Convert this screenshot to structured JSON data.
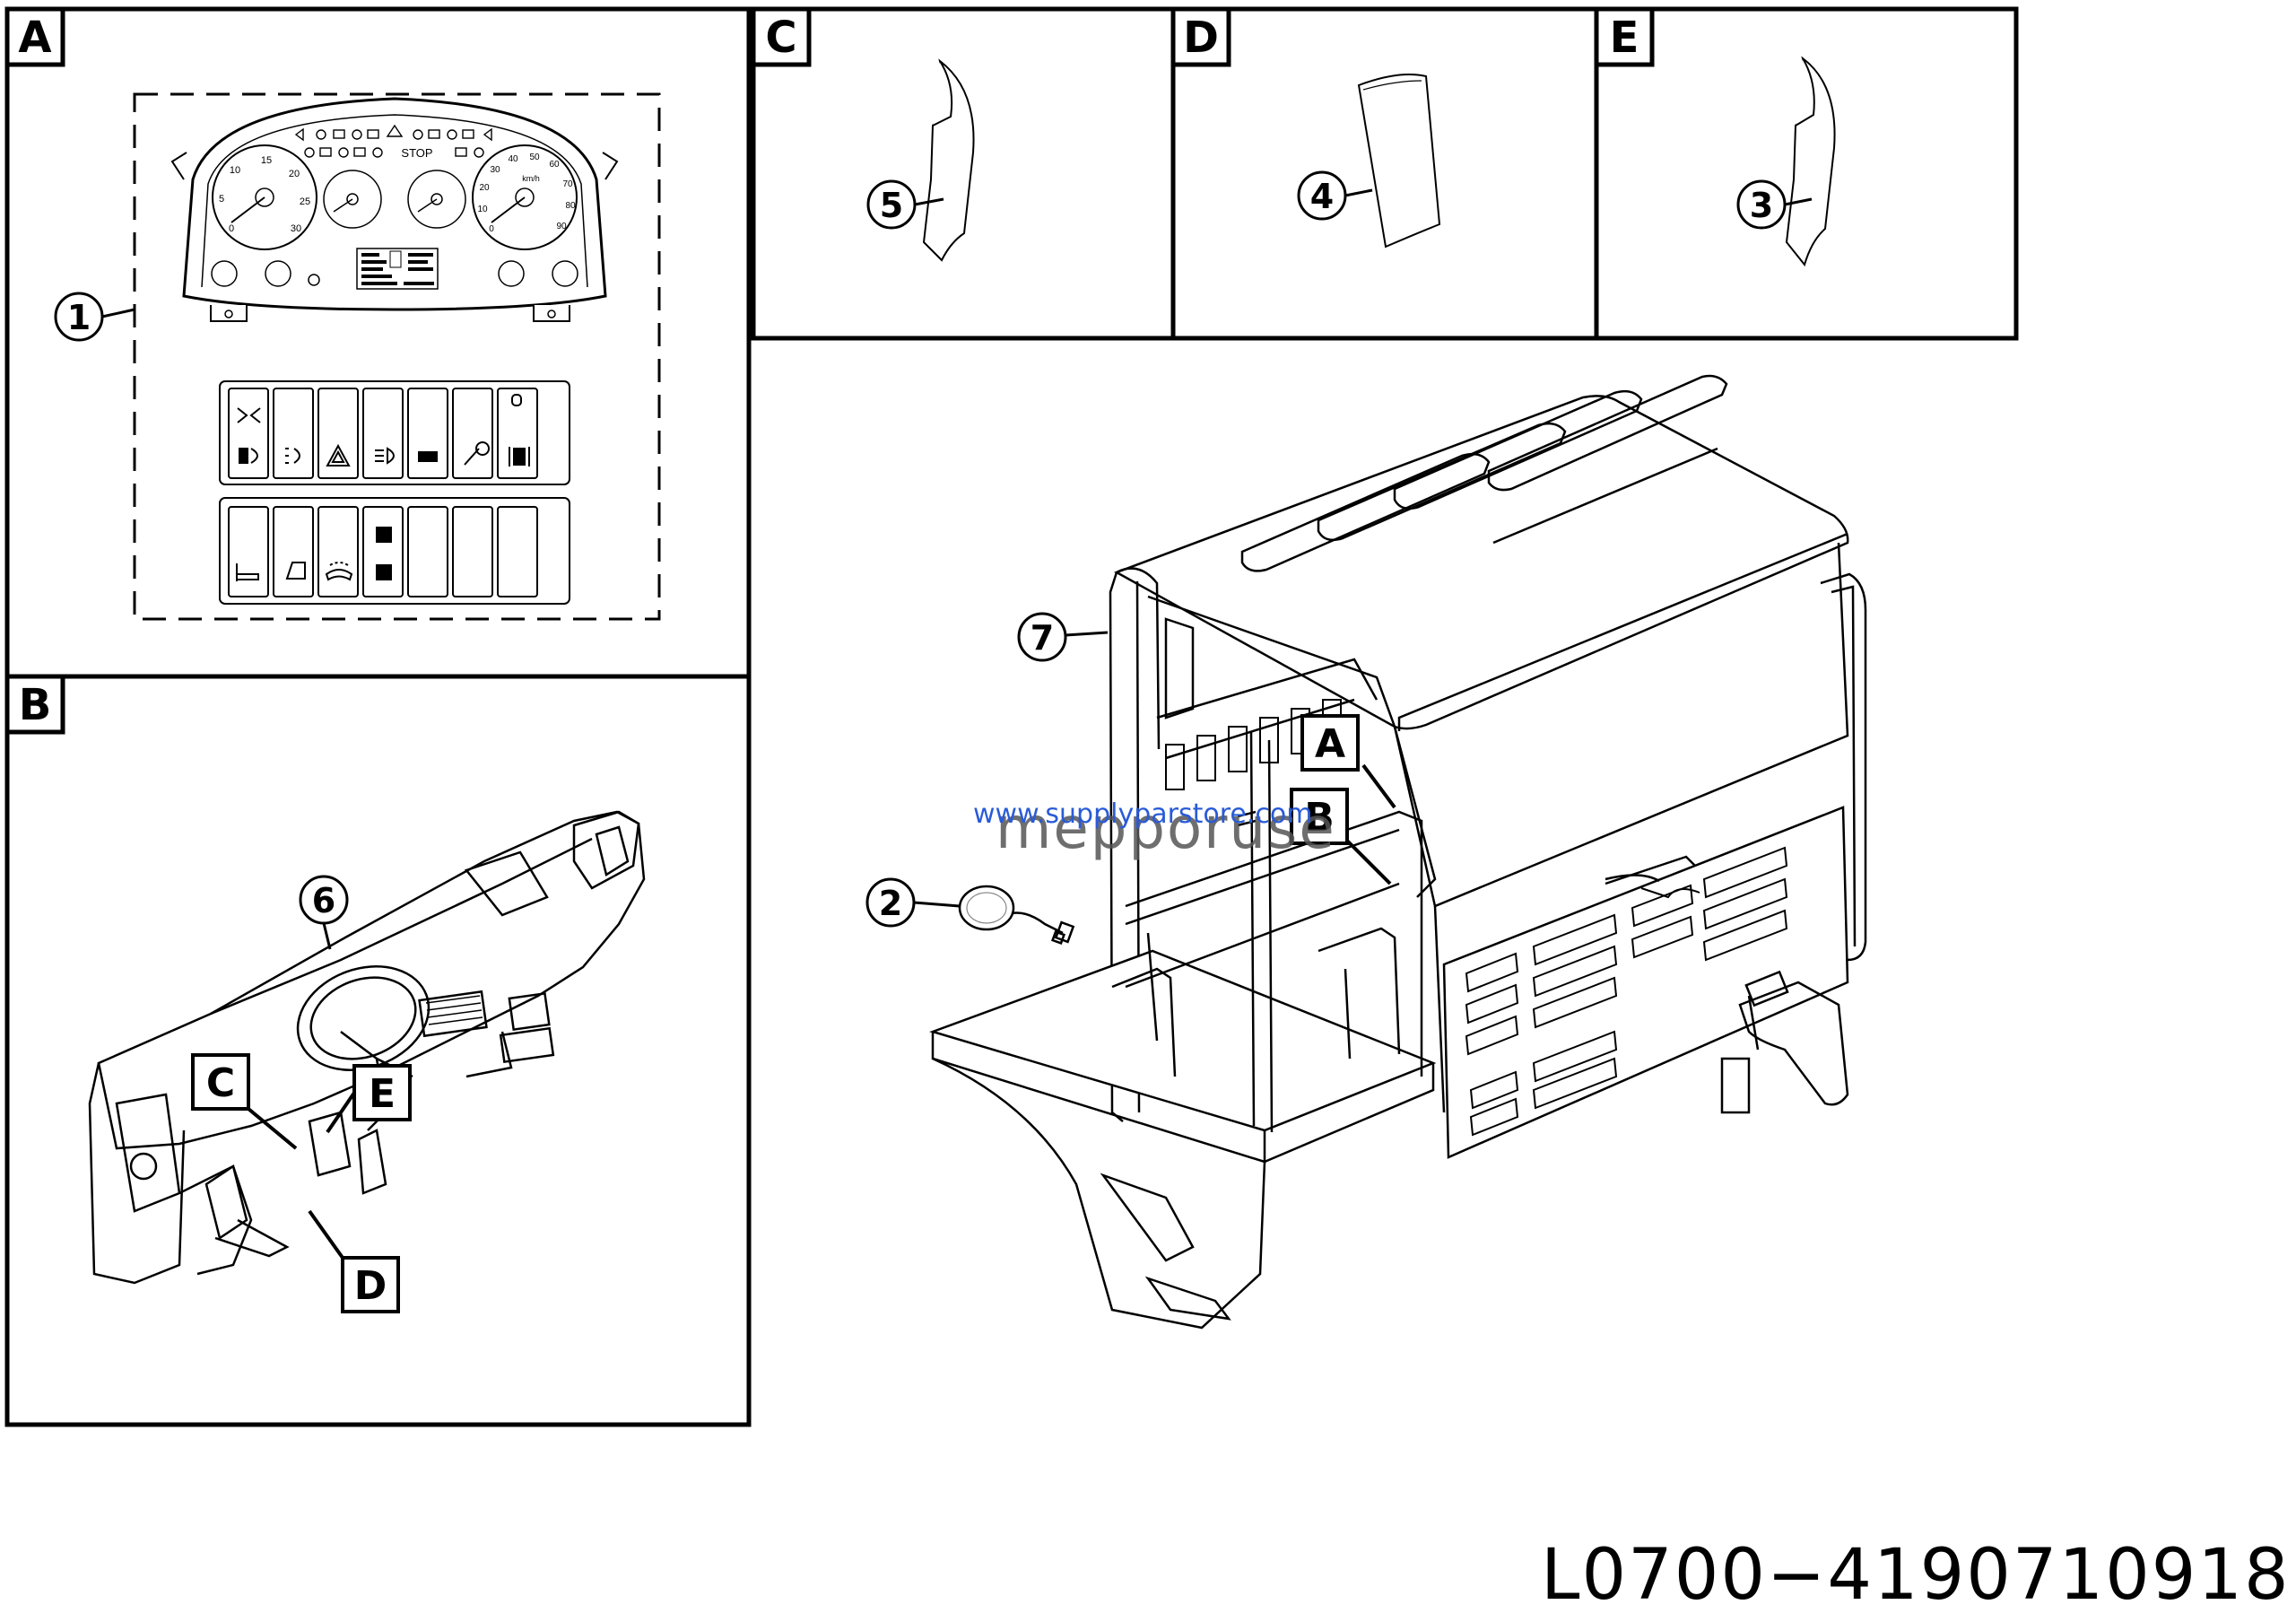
{
  "panels": {
    "a": "A",
    "b": "B",
    "c": "C",
    "d": "D",
    "e": "E"
  },
  "callouts": {
    "n1": "1",
    "n2": "2",
    "n3": "3",
    "n4": "4",
    "n5": "5",
    "n6": "6",
    "n7": "7"
  },
  "gauges": {
    "tach_ticks": [
      "0",
      "5",
      "10",
      "15",
      "20",
      "25",
      "30"
    ],
    "speed_ticks": [
      "0",
      "10",
      "20",
      "30",
      "40",
      "50",
      "60",
      "70",
      "80",
      "90"
    ],
    "speed_unit": "km/h",
    "stop_label": "STOP"
  },
  "cab_markers": {
    "a": "A",
    "b": "B"
  },
  "dash_markers": {
    "c": "C",
    "e": "E",
    "d": "D"
  },
  "drawing_code": "L0700−4190710918",
  "watermarks": {
    "url": "www.supplyparstore.com",
    "brand": "mepporuse"
  }
}
